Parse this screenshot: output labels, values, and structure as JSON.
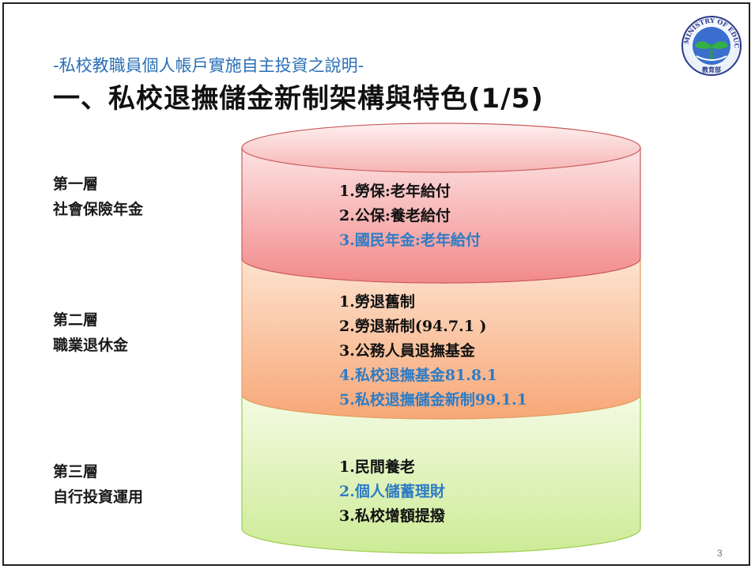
{
  "slide": {
    "subtitle": "-私校教職員個人帳戶實施自主投資之說明-",
    "title": "一、私校退撫儲金新制架構與特色(1/5)",
    "page_number": "3"
  },
  "logo": {
    "text_top": "MINISTRY OF EDUCATION",
    "text_bottom": "教育部",
    "colors": {
      "ring": "#2b3a8c",
      "leaf": "#2e9e3c",
      "sky": "#3b6fcf"
    }
  },
  "layers": [
    {
      "name_line1": "第三層",
      "name_line2": "自行投資運用",
      "color": "#f08a8a",
      "items": [
        {
          "text": "1.民間養老",
          "highlight": false
        },
        {
          "text": "2.個人儲蓄理財",
          "highlight": false
        },
        {
          "text": "3.私校增額提撥",
          "highlight": true
        }
      ]
    },
    {
      "name_line1": "第二層",
      "name_line2": "職業退休金",
      "color": "#f9b98a",
      "items": [
        {
          "text": "1.勞退舊制",
          "highlight": false
        },
        {
          "text": "2.勞退新制(94.7.1 )",
          "highlight": false
        },
        {
          "text": "3.公務人員退撫基金",
          "highlight": false
        },
        {
          "text": "4.私校退撫基金81.8.1",
          "highlight": true
        },
        {
          "text": "5.私校退撫儲金新制99.1.1",
          "highlight": true
        }
      ]
    },
    {
      "name_line1": "第一層",
      "name_line2": "社會保險年金",
      "color": "#d6f0a6",
      "items": [
        {
          "text": "1.勞保:老年給付",
          "highlight": false
        },
        {
          "text": "2.公保:養老給付",
          "highlight": true
        },
        {
          "text": "3.國民年金:老年給付",
          "highlight": false
        }
      ]
    }
  ]
}
